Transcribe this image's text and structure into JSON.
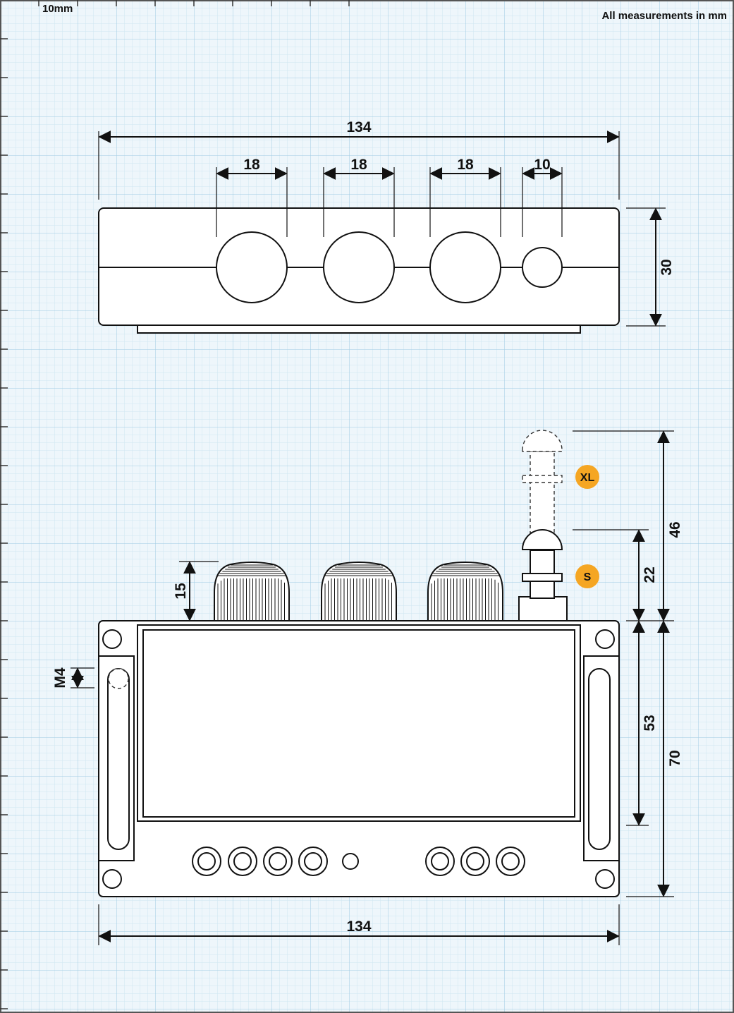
{
  "header": {
    "scale_label": "10mm",
    "units_note": "All measurements in mm"
  },
  "top_view": {
    "overall_width": "134",
    "knob_diameter_1": "18",
    "knob_diameter_2": "18",
    "knob_diameter_3": "18",
    "jack_diameter": "10",
    "height": "30"
  },
  "front_view": {
    "knob_height": "15",
    "mount_hole": "M4",
    "switch_xl_height": "46",
    "switch_s_height": "22",
    "screen_height": "53",
    "body_height": "70",
    "overall_width": "134"
  },
  "badges": {
    "xl": "XL",
    "s": "S"
  },
  "colors": {
    "paper": "#eef6fb",
    "grid_minor": "#cfe6f2",
    "grid_major": "#9fcbe3",
    "ink": "#111111",
    "badge": "#f5a623"
  },
  "icons": {
    "knob": "knurled-knob-icon",
    "switch": "footswitch-icon"
  }
}
